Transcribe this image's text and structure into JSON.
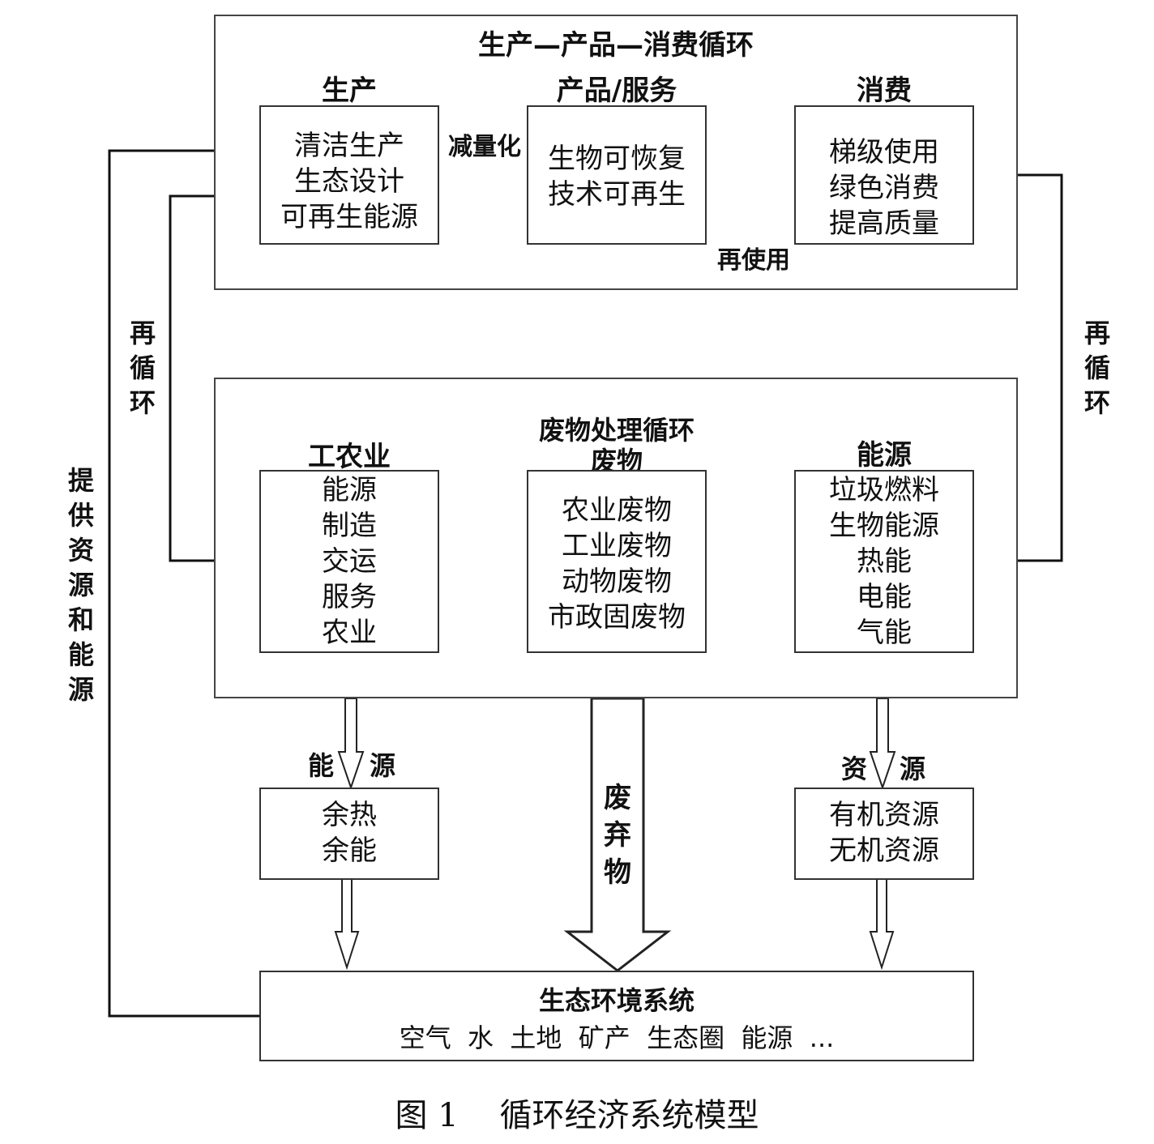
{
  "top_cycle": {
    "title": "生产—产品—消费循环",
    "production": {
      "heading": "生产",
      "lines": [
        "清洁生产",
        "生态设计",
        "可再生能源"
      ]
    },
    "product": {
      "heading": "产品/服务",
      "lines": [
        "生物可恢复",
        "技术可再生"
      ]
    },
    "consumption": {
      "heading": "消费",
      "lines": [
        "梯级使用",
        "绿色消费",
        "提高质量"
      ]
    },
    "reduce_label": "减量化",
    "reuse_label": "再使用"
  },
  "waste_cycle": {
    "title": "废物处理循环",
    "industry": {
      "heading": "工农业",
      "lines": [
        "能源",
        "制造",
        "交运",
        "服务",
        "农业"
      ]
    },
    "waste": {
      "heading": "废物",
      "lines": [
        "农业废物",
        "工业废物",
        "动物废物",
        "市政固废物"
      ]
    },
    "energy": {
      "heading": "能源",
      "lines": [
        "垃圾燃料",
        "生物能源",
        "热能",
        "电能",
        "气能"
      ]
    }
  },
  "side_labels": {
    "recycle_left": [
      "再",
      "循",
      "环"
    ],
    "recycle_right": [
      "再",
      "循",
      "环"
    ],
    "provide": [
      "提",
      "供",
      "资",
      "源",
      "和",
      "能",
      "源"
    ]
  },
  "flows": {
    "energy_left": "能",
    "energy_right": "源",
    "resource_left": "资",
    "resource_right": "源",
    "discard": [
      "废",
      "弃",
      "物"
    ]
  },
  "outputs": {
    "heat": {
      "lines": [
        "余热",
        "余能"
      ]
    },
    "resources": {
      "lines": [
        "有机资源",
        "无机资源"
      ]
    }
  },
  "ecosystem": {
    "title": "生态环境系统",
    "items": "空气  水  土地  矿产  生态圈  能源  ..."
  },
  "caption": "图 1    循环经济系统模型"
}
